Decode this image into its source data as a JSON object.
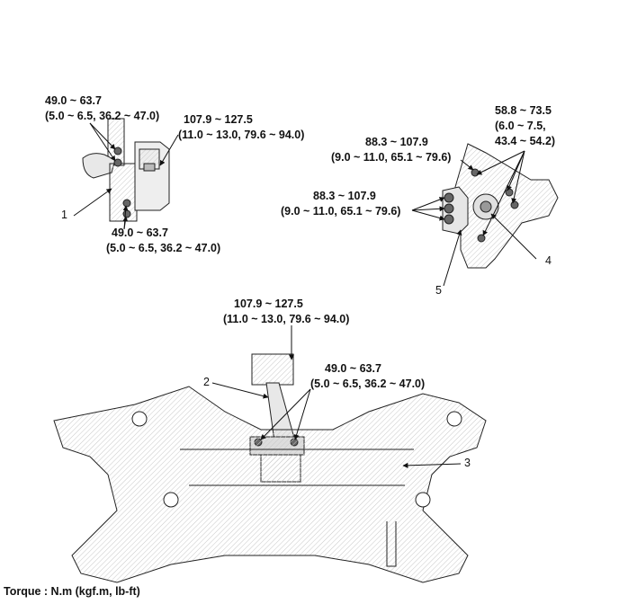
{
  "torques": {
    "t1": {
      "line1": "49.0 ~ 63.7",
      "line2": "(5.0 ~ 6.5, 36.2 ~ 47.0)"
    },
    "t2": {
      "line1": "107.9 ~ 127.5",
      "line2": "(11.0 ~ 13.0, 79.6 ~ 94.0)"
    },
    "t3": {
      "line1": "49.0 ~ 63.7",
      "line2": "(5.0 ~ 6.5, 36.2 ~ 47.0)"
    },
    "t4": {
      "line1": "58.8 ~ 73.5",
      "line2": "(6.0 ~ 7.5,",
      "line3": "43.4 ~ 54.2)"
    },
    "t5": {
      "line1": "88.3 ~ 107.9",
      "line2": "(9.0 ~ 11.0, 65.1 ~ 79.6)"
    },
    "t6": {
      "line1": "88.3 ~ 107.9",
      "line2": "(9.0 ~ 11.0, 65.1 ~ 79.6)"
    },
    "t7": {
      "line1": "107.9 ~ 127.5",
      "line2": "(11.0 ~ 13.0, 79.6 ~ 94.0)"
    },
    "t8": {
      "line1": "49.0 ~ 63.7",
      "line2": "(5.0 ~ 6.5, 36.2 ~ 47.0)"
    }
  },
  "callouts": {
    "c1": "1",
    "c2": "2",
    "c3": "3",
    "c4": "4",
    "c5": "5"
  },
  "footer": "Torque : N.m (kgf.m, lb-ft)"
}
